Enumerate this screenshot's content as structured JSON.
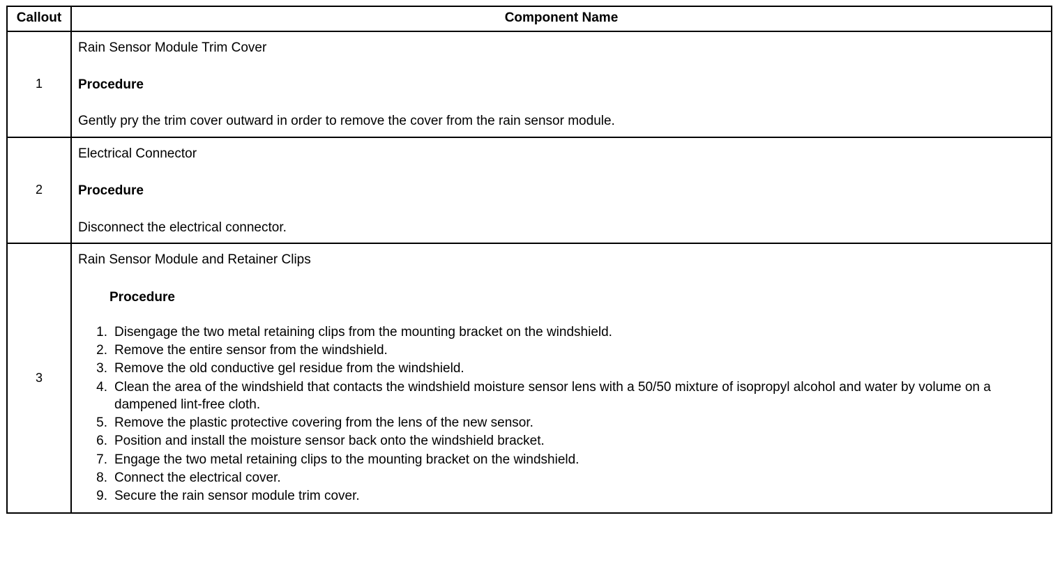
{
  "table": {
    "headers": {
      "callout": "Callout",
      "component_name": "Component Name"
    },
    "rows": [
      {
        "callout": "1",
        "title": "Rain Sensor Module Trim Cover",
        "procedure_label": "Procedure",
        "procedure_text": "Gently pry the trim cover outward in order to remove the cover from the rain sensor module.",
        "steps": []
      },
      {
        "callout": "2",
        "title": "Electrical Connector",
        "procedure_label": "Procedure",
        "procedure_text": "Disconnect the electrical connector.",
        "steps": []
      },
      {
        "callout": "3",
        "title": "Rain Sensor Module and Retainer Clips",
        "procedure_label": "Procedure",
        "procedure_text": "",
        "steps": [
          "Disengage the two metal retaining clips from the mounting bracket on the windshield.",
          "Remove the entire sensor from the windshield.",
          "Remove the old conductive gel residue from the windshield.",
          "Clean the area of the windshield that contacts the windshield moisture sensor lens with a 50/50 mixture of isopropyl alcohol and water by volume on a dampened lint-free cloth.",
          "Remove the plastic protective covering from the lens of the new sensor.",
          "Position and install the moisture sensor back onto the windshield bracket.",
          "Engage the two metal retaining clips to the mounting bracket on the windshield.",
          "Connect the electrical cover.",
          "Secure the rain sensor module trim cover."
        ]
      }
    ]
  }
}
